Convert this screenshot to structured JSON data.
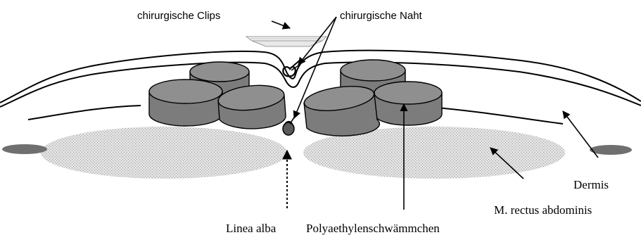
{
  "labels": {
    "clips": "chirurgische Clips",
    "suture": "chirurgische Naht",
    "dermis": "Dermis",
    "muscle": "M. rectus abdominis",
    "linea_alba": "Linea alba",
    "sponges": "Polyaethylenschwämmchen"
  }
}
